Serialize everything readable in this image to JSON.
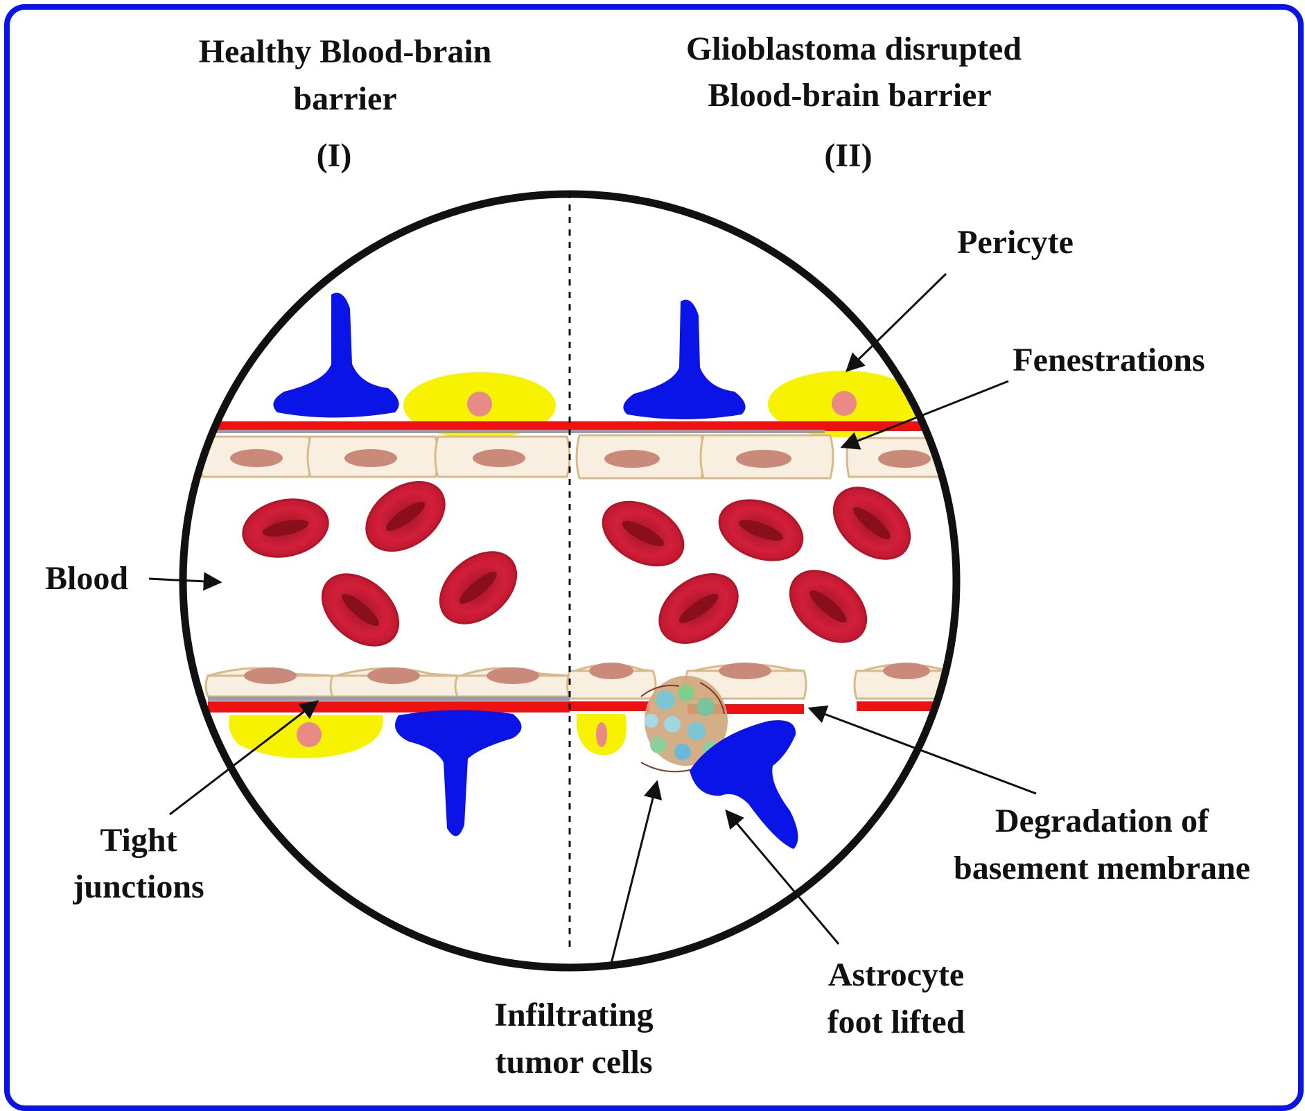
{
  "titles": {
    "healthy_line1": "Healthy Blood-brain",
    "healthy_line2": "barrier",
    "healthy_numeral": "(I)",
    "disrupted_line1": "Glioblastoma disrupted",
    "disrupted_line2": "Blood-brain barrier",
    "disrupted_numeral": "(II)"
  },
  "labels": {
    "pericyte": "Pericyte",
    "fenestrations": "Fenestrations",
    "blood": "Blood",
    "tight_line1": "Tight",
    "tight_line2": "junctions",
    "degradation_line1": "Degradation of",
    "degradation_line2": "basement membrane",
    "astrocyte_line1": "Astrocyte",
    "astrocyte_line2": "foot lifted",
    "infiltrating_line1": "Infiltrating",
    "infiltrating_line2": "tumor cells"
  },
  "colors": {
    "frame": "#0a14e6",
    "astrocyte": "#0a14e6",
    "pericyte": "#f7f200",
    "pericyte_nucleus": "#e88a86",
    "basement_membrane": "#ee1111",
    "endothelium": "#f8efe0",
    "endothelium_nucleus": "#c98a7a",
    "red_blood_cell": "#d21f3a"
  }
}
